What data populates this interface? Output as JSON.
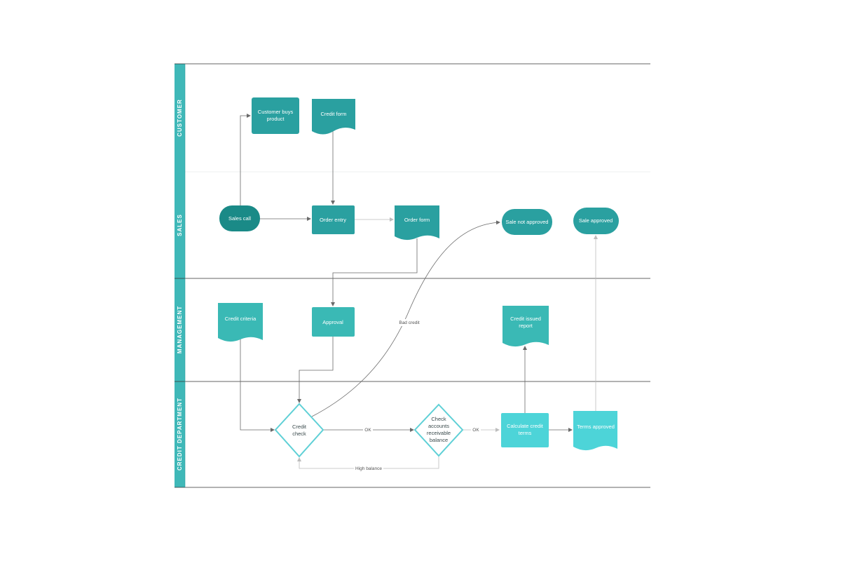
{
  "lanes": [
    {
      "id": "customer",
      "label": "CUSTOMER"
    },
    {
      "id": "sales",
      "label": "SALES"
    },
    {
      "id": "management",
      "label": "MANAGEMENT"
    },
    {
      "id": "credit",
      "label": "CREDIT DEPARTMENT"
    }
  ],
  "nodes": {
    "customer_buys": [
      "Customer buys",
      "product"
    ],
    "credit_form": [
      "Credit form"
    ],
    "sales_call": [
      "Sales call"
    ],
    "order_entry": [
      "Order entry"
    ],
    "order_form": [
      "Order form"
    ],
    "sale_not_approved": [
      "Sale not approved"
    ],
    "sale_approved": [
      "Sale approved"
    ],
    "credit_criteria": [
      "Credit criteria"
    ],
    "approval": [
      "Approval"
    ],
    "credit_issued_report": [
      "Credit issued",
      "report"
    ],
    "credit_check": [
      "Credit",
      "check"
    ],
    "check_ar": [
      "Check",
      "accounts",
      "receivable",
      "balance"
    ],
    "calculate_terms": [
      "Calculate credit",
      "terms"
    ],
    "terms_approved": [
      "Terms approved"
    ]
  },
  "edges": {
    "bad_credit": "Bad credit",
    "ok_1": "OK",
    "ok_2": "OK",
    "high_balance": "High balance"
  },
  "colors": {
    "lane_band": "#3fb8b8",
    "dark_teal": "#1a8a87",
    "mid_teal": "#2aa0a0",
    "light_teal": "#3ab9b5",
    "cyan": "#4dd4d8",
    "diamond_stroke": "#5fd0d6",
    "divider": "#333333"
  }
}
